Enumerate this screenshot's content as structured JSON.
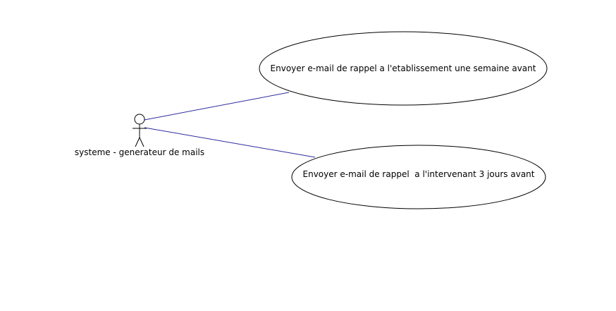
{
  "diagram": {
    "type": "use-case",
    "colors": {
      "association": "#2b2b9e",
      "outline": "#000000",
      "background": "#ffffff"
    },
    "actor": {
      "icon": "stick-figure-icon",
      "label": "systeme - generateur de mails"
    },
    "use_cases": [
      {
        "label": "Envoyer e-mail de rappel a l'etablissement une semaine avant"
      },
      {
        "label": "Envoyer e-mail de rappel  a l'intervenant 3 jours avant"
      }
    ]
  }
}
